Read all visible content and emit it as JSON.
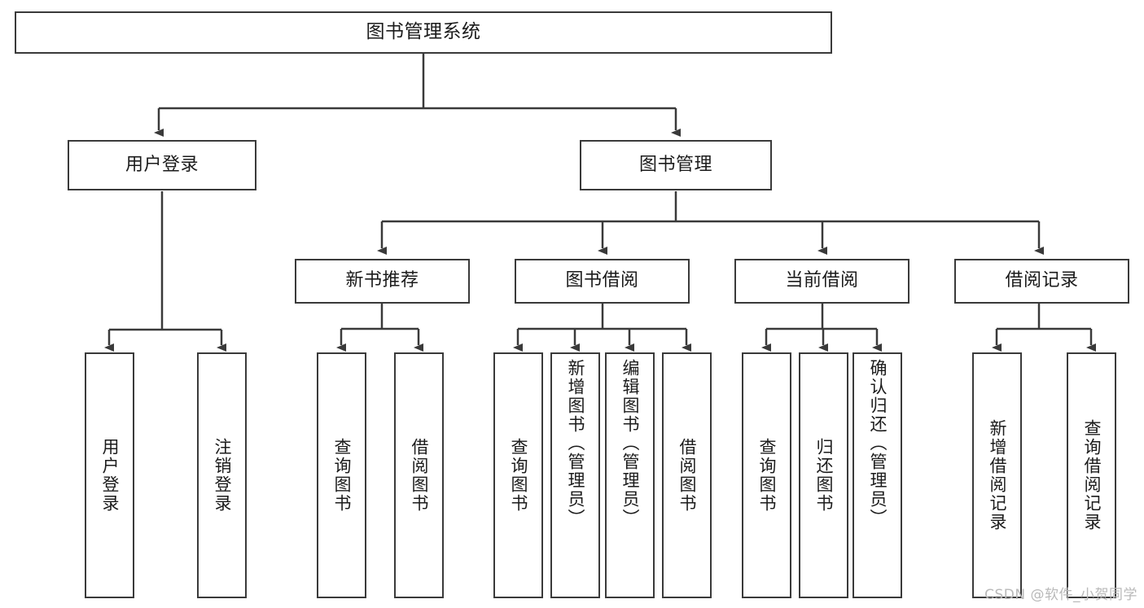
{
  "diagram": {
    "title": "图书管理系统",
    "type": "tree-hierarchy",
    "root": {
      "label": "图书管理系统"
    },
    "level2": [
      {
        "label": "用户登录"
      },
      {
        "label": "图书管理"
      }
    ],
    "level3": [
      {
        "label": "新书推荐"
      },
      {
        "label": "图书借阅"
      },
      {
        "label": "当前借阅"
      },
      {
        "label": "借阅记录"
      }
    ],
    "leaves": {
      "user_login": [
        {
          "label": "用户登录"
        },
        {
          "label": "注销登录"
        }
      ],
      "new_book_recommend": [
        {
          "label": "查询图书"
        },
        {
          "label": "借阅图书"
        }
      ],
      "book_borrow": [
        {
          "label": "查询图书"
        },
        {
          "label": "新增图书（管理员）"
        },
        {
          "label": "编辑图书（管理员）"
        },
        {
          "label": "借阅图书"
        }
      ],
      "current_borrow": [
        {
          "label": "查询图书"
        },
        {
          "label": "归还图书"
        },
        {
          "label": "确认归还（管理员）"
        }
      ],
      "borrow_record": [
        {
          "label": "新增借阅记录"
        },
        {
          "label": "查询借阅记录"
        }
      ]
    }
  },
  "watermark": {
    "text": "CSDN @软件_小贺同学"
  },
  "colors": {
    "stroke": "#3a3a3a",
    "fill": "#ffffff",
    "text": "#1b1b1b",
    "watermark": "#b9b9b9"
  }
}
